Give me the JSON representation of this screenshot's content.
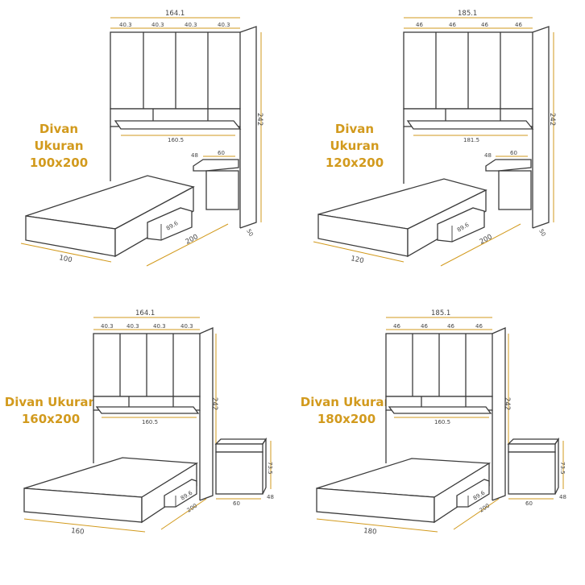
{
  "accent_color": "#d29a1d",
  "panels": [
    {
      "title_line1": "Divan Ukuran",
      "title_line2": "100x200",
      "top_total": "164.1",
      "doors": [
        "40.3",
        "40.3",
        "40.3",
        "40.3"
      ],
      "shelf": "160.5",
      "height": "242",
      "depth": "50",
      "desk_depth": "48",
      "desk_width": "60",
      "drawer": "89.6",
      "bed_width": "100",
      "bed_length": "200"
    },
    {
      "title_line1": "Divan Ukuran",
      "title_line2": "120x200",
      "top_total": "185.1",
      "doors": [
        "46",
        "46",
        "46",
        "46"
      ],
      "shelf": "181.5",
      "height": "242",
      "depth": "50",
      "desk_depth": "48",
      "desk_width": "60",
      "drawer": "89.6",
      "bed_width": "120",
      "bed_length": "200"
    },
    {
      "title_line1": "Divan Ukuran",
      "title_line2": "160x200",
      "top_total": "164.1",
      "doors": [
        "40.3",
        "40.3",
        "40.3",
        "40.3"
      ],
      "shelf": "160.5",
      "height": "242",
      "nightstand_height": "73.5",
      "nightstand_width": "60",
      "nightstand_depth": "48",
      "drawer": "89.6",
      "bed_width": "160",
      "bed_length": "200"
    },
    {
      "title_line1": "Divan Ukuran",
      "title_line2": "180x200",
      "top_total": "185.1",
      "doors": [
        "46",
        "46",
        "46",
        "46"
      ],
      "shelf": "160.5",
      "height": "242",
      "nightstand_height": "73.5",
      "nightstand_width": "60",
      "nightstand_depth": "48",
      "drawer": "89.6",
      "bed_width": "180",
      "bed_length": "200"
    }
  ]
}
